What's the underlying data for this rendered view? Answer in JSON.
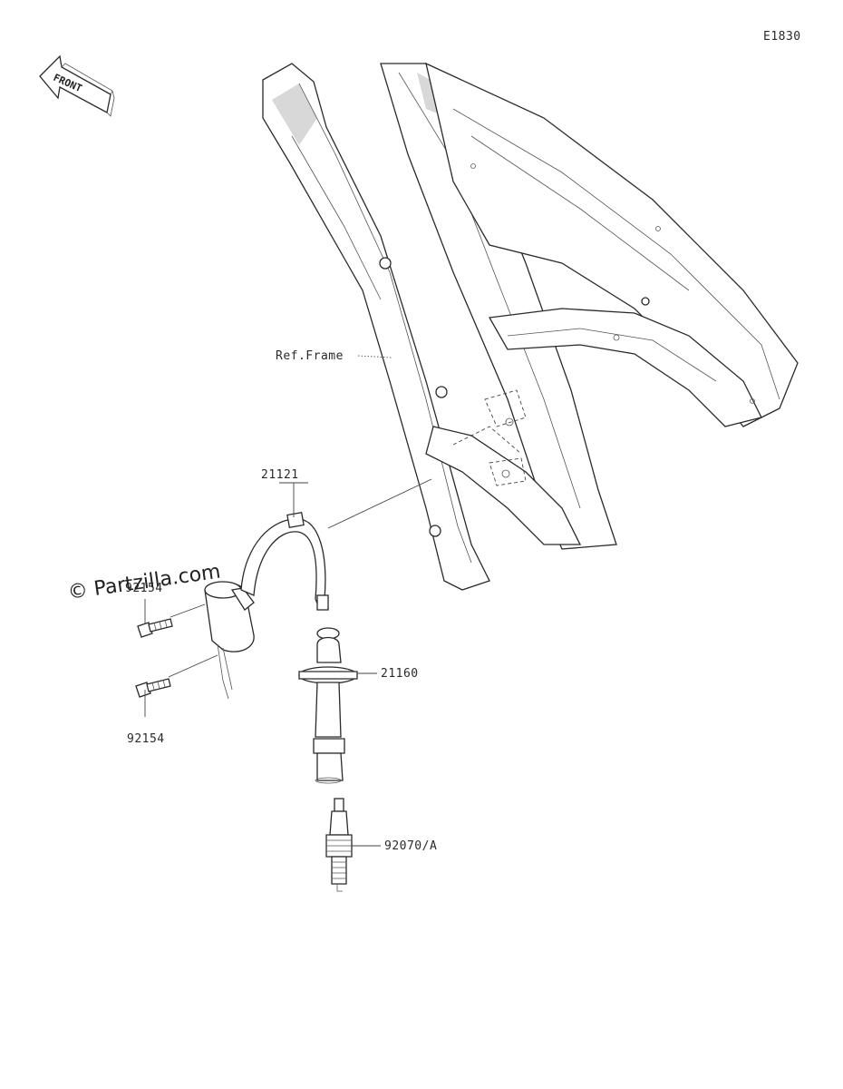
{
  "diagram": {
    "code": "E1830",
    "front_label": "FRONT",
    "watermark": "© Partzilla.com",
    "ref_label": "Ref.Frame",
    "parts": [
      {
        "number": "21121"
      },
      {
        "number": "92154"
      },
      {
        "number": "92154"
      },
      {
        "number": "21160"
      },
      {
        "number": "92070/A"
      }
    ]
  }
}
